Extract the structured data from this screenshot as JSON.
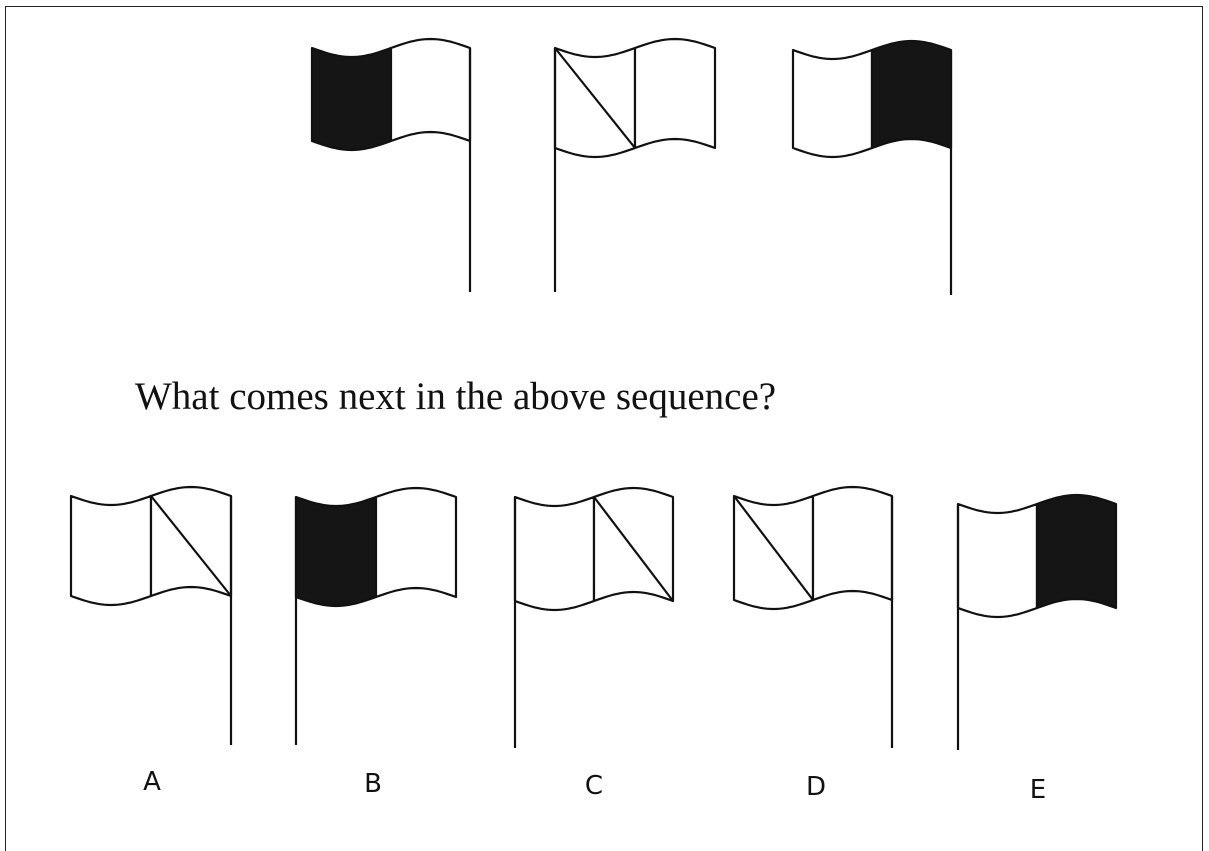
{
  "question": "What comes next in the above sequence?",
  "colors": {
    "ink": "#111111",
    "shaded": "#151515",
    "paper": "#ffffff"
  },
  "sequence": [
    {
      "panels": [
        "shaded",
        "blank"
      ],
      "pole": "right"
    },
    {
      "panels": [
        "diagonal",
        "blank"
      ],
      "pole": "left"
    },
    {
      "panels": [
        "blank",
        "shaded"
      ],
      "pole": "right"
    }
  ],
  "options": [
    {
      "label": "A",
      "panels": [
        "blank",
        "diagonal"
      ],
      "pole": "right"
    },
    {
      "label": "B",
      "panels": [
        "shaded",
        "blank"
      ],
      "pole": "left"
    },
    {
      "label": "C",
      "panels": [
        "blank",
        "diagonal"
      ],
      "pole": "left"
    },
    {
      "label": "D",
      "panels": [
        "diagonal",
        "blank"
      ],
      "pole": "right"
    },
    {
      "label": "E",
      "panels": [
        "blank",
        "shaded"
      ],
      "pole": "left"
    }
  ]
}
